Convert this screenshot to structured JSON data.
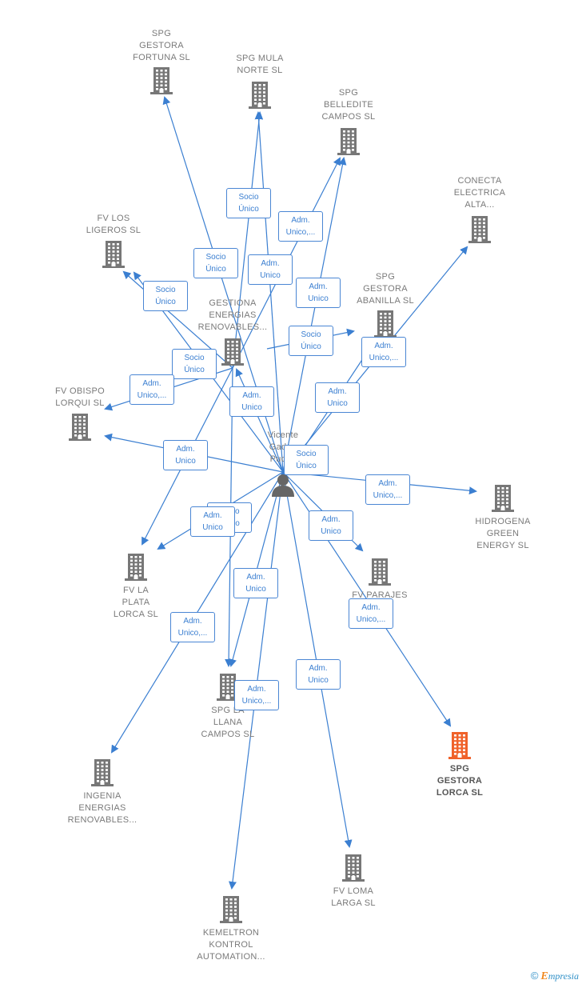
{
  "colors": {
    "edge": "#3b7fd1",
    "node": "#777777",
    "highlight": "#f0622a"
  },
  "brand": {
    "copyright": "©",
    "initial": "E",
    "rest": "mpresia"
  },
  "nodes": [
    {
      "id": "spg-gestora-fortuna",
      "label": "SPG\nGESTORA\nFORTUNA  SL",
      "type": "company"
    },
    {
      "id": "spg-mula-norte",
      "label": "SPG MULA\nNORTE  SL",
      "type": "company"
    },
    {
      "id": "spg-belledite-campos",
      "label": "SPG\nBELLEDITE\nCAMPOS  SL",
      "type": "company"
    },
    {
      "id": "conecta-electrica-alta",
      "label": "CONECTA\nELECTRICA\nALTA...",
      "type": "company"
    },
    {
      "id": "fv-los-ligeros",
      "label": "FV LOS\nLIGEROS  SL",
      "type": "company"
    },
    {
      "id": "gestiona-energias",
      "label": "GESTIONA\nENERGIAS\nRENOVABLES...",
      "type": "company"
    },
    {
      "id": "spg-gestora-abanilla",
      "label": "SPG\nGESTORA\nABANILLA  SL",
      "type": "company"
    },
    {
      "id": "fv-obispo-lorqui",
      "label": "FV OBISPO\nLORQUI  SL",
      "type": "company"
    },
    {
      "id": "vicente-gadea",
      "label": "Vicente\nGadea\nPuche",
      "type": "person"
    },
    {
      "id": "hidrogena-green",
      "label": "HIDROGENA\nGREEN\nENERGY  SL",
      "type": "company"
    },
    {
      "id": "fv-la-plata-lorca",
      "label": "FV LA\nPLATA\nLORCA  SL",
      "type": "company"
    },
    {
      "id": "fv-parajes",
      "label": "FV PARAJES\nDEL\nSL",
      "type": "company"
    },
    {
      "id": "spg-la-llana-campos",
      "label": "SPG LA\nLLANA\nCAMPOS  SL",
      "type": "company"
    },
    {
      "id": "spg-gestora-lorca",
      "label": "SPG\nGESTORA\nLORCA  SL",
      "type": "company",
      "highlight": true
    },
    {
      "id": "ingenia-energias",
      "label": "INGENIA\nENERGIAS\nRENOVABLES...",
      "type": "company"
    },
    {
      "id": "fv-loma-larga",
      "label": "FV LOMA\nLARGA  SL",
      "type": "company"
    },
    {
      "id": "kemeltron-kontrol",
      "label": "KEMELTRON\nKONTROL\nAUTOMATION...",
      "type": "company"
    }
  ],
  "edge_labels": [
    "Socio\nÚnico",
    "Socio\nÚnico",
    "Adm.\nUnico,...",
    "Adm.\nUnico",
    "Adm.\nUnico",
    "Socio\nÚnico",
    "Socio\nÚnico",
    "Adm.\nUnico,...",
    "Adm.\nUnico",
    "Socio\nÚnico",
    "Adm.\nUnico",
    "Adm.\nUnico,...",
    "Adm.\nUnico",
    "Socio\nÚnico",
    "Adm.\nUnico,...",
    "Socio\nÚnico",
    "Adm.\nUnico",
    "Adm.\nUnico",
    "Adm.\nUnico",
    "Adm.\nUnico,...",
    "Adm.\nUnico,...",
    "Adm.\nUnico",
    "Adm.\nUnico,..."
  ]
}
